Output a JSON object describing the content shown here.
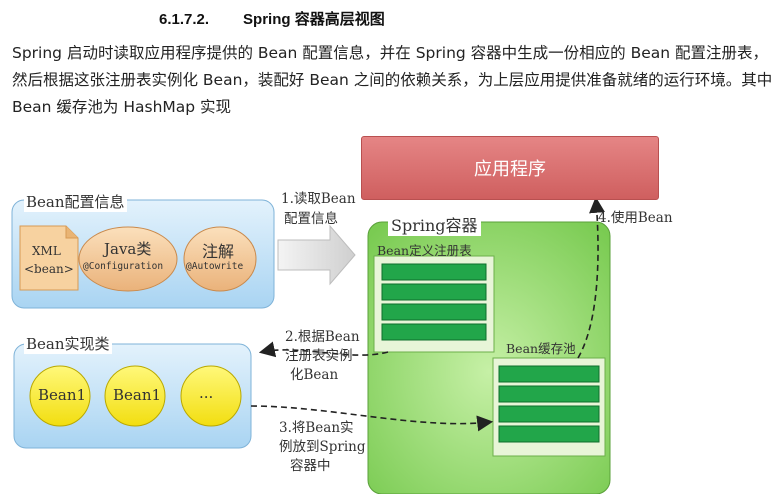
{
  "heading": {
    "number": "6.1.7.2.",
    "title": "Spring 容器高层视图"
  },
  "intro": "Spring 启动时读取应用程序提供的 Bean 配置信息，并在 Spring 容器中生成一份相应的 Bean 配置注册表，然后根据这张注册表实例化 Bean，装配好 Bean 之间的依赖关系，为上层应用提供准备就绪的运行环境。其中 Bean 缓存池为 HashMap 实现",
  "diagram": {
    "app": "应用程序",
    "config_panel": {
      "title": "Bean配置信息",
      "xml_line1": "XML",
      "xml_line2": "<bean>",
      "java_title": "Java类",
      "java_sub": "@Configuration",
      "anno_title": "注解",
      "anno_sub": "@Autowrite"
    },
    "impl_panel": {
      "title": "Bean实现类",
      "beans": [
        "Bean1",
        "Bean1",
        "..."
      ]
    },
    "container": {
      "title": "Spring容器",
      "registry": "Bean定义注册表",
      "cache": "Bean缓存池"
    },
    "steps": {
      "s1_line1": "1.读取Bean",
      "s1_line2": "配置信息",
      "s2_line1": "2.根据Bean",
      "s2_line2": "注册表实例",
      "s2_line3": "化Bean",
      "s3_line1": "3.将Bean实",
      "s3_line2": "例放到Spring",
      "s3_line3": "容器中",
      "s4": "4.使用Bean"
    },
    "colors": {
      "app": "#d96a6a",
      "container_green": "#8fd86a",
      "slot_green": "#22a64a",
      "bean_yellow": "#ffee33",
      "annotation_orange": "#f3c890",
      "panel_blue": "#bfe0f7"
    }
  }
}
